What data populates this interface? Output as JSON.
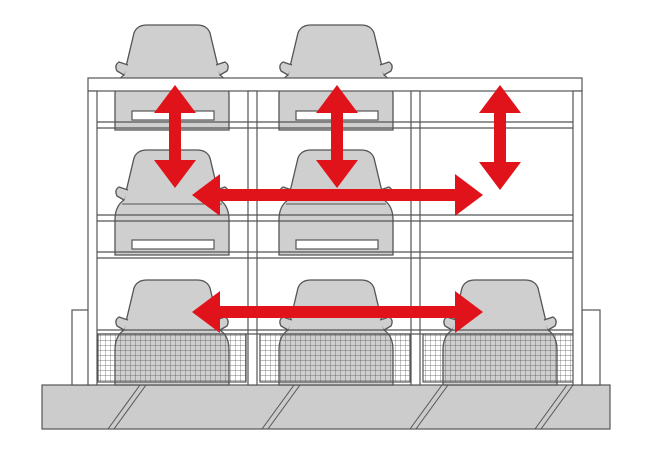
{
  "diagram": {
    "type": "puzzle-parking-system",
    "levels": 3,
    "columns": 3,
    "colors": {
      "background": "#ffffff",
      "structure_line": "#555555",
      "car_fill": "#cfcfcf",
      "car_stroke": "#555555",
      "arrow": "#e0121a",
      "ground": "#cccccc",
      "mesh": "#555555"
    },
    "cars": [
      {
        "id": "top-left"
      },
      {
        "id": "top-center"
      },
      {
        "id": "middle-left"
      },
      {
        "id": "middle-center"
      },
      {
        "id": "bottom-left"
      },
      {
        "id": "bottom-center"
      },
      {
        "id": "bottom-right"
      }
    ],
    "arrows": [
      {
        "id": "vertical-left",
        "direction": "up-down"
      },
      {
        "id": "vertical-center",
        "direction": "up-down"
      },
      {
        "id": "vertical-right",
        "direction": "up-down"
      },
      {
        "id": "horizontal-middle",
        "direction": "left-right"
      },
      {
        "id": "horizontal-bottom",
        "direction": "left-right"
      }
    ]
  }
}
